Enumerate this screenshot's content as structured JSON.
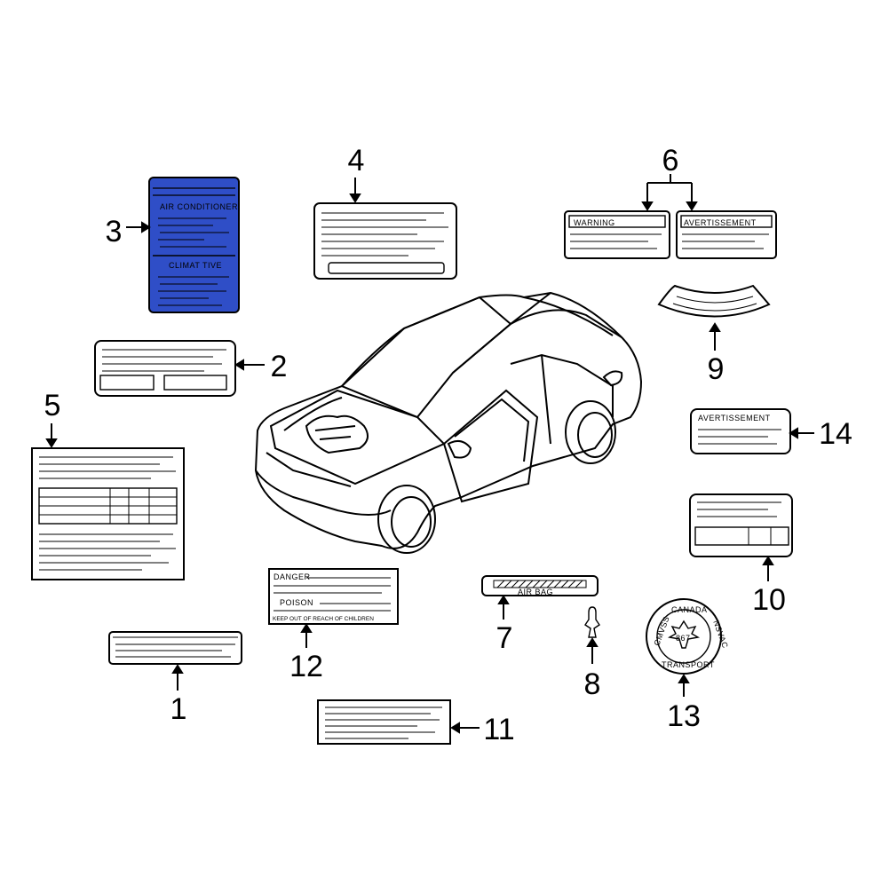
{
  "callouts": {
    "n1": "1",
    "n2": "2",
    "n3": "3",
    "n4": "4",
    "n5": "5",
    "n6": "6",
    "n7": "7",
    "n8": "8",
    "n9": "9",
    "n10": "10",
    "n11": "11",
    "n12": "12",
    "n13": "13",
    "n14": "14"
  },
  "label_text": {
    "ac_title": "AIR CONDITIONER",
    "climate_title": "CLIMAT TIVE",
    "warning": "WARNING",
    "avertissement": "AVERTISSEMENT",
    "avertissement_14": "AVERTISSEMENT",
    "danger": "DANGER",
    "poison": "POISON",
    "danger_footer": "KEEP OUT OF REACH OF CHILDREN",
    "air_bag": "AIR BAG",
    "seal_top": "CANADA",
    "seal_left": "CMVSS",
    "seal_right": "NSVAC",
    "seal_center": "867",
    "seal_bottom": "TRANSPORT"
  },
  "colors": {
    "label_3_fill": "#2f4ec7",
    "outline": "#000000",
    "background": "#ffffff"
  }
}
